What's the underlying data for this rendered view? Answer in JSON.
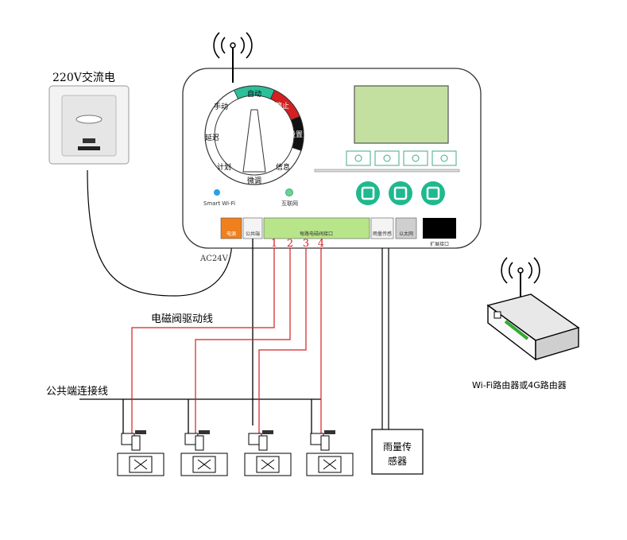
{
  "power_label": "220V交流电",
  "ac_label": "AC24V",
  "dial": {
    "auto": "自动",
    "stop": "停止",
    "setup": "设置",
    "info": "信息",
    "tweak": "微调",
    "plan": "计划",
    "delay": "延迟",
    "manual": "手动"
  },
  "indicators": {
    "wifi_label": "Smart Wi-Fi",
    "internet_label": "互联网"
  },
  "terminals": {
    "power": "电源",
    "common": "公共端",
    "valves": "每路电磁阀接口",
    "sensor": "雨量传感",
    "ethernet": "以太网",
    "extension": "扩展接口"
  },
  "channel_numbers": [
    "1",
    "2",
    "3",
    "4"
  ],
  "labels": {
    "valve_wire": "电磁阀驱动线",
    "common_wire": "公共端连接线",
    "rain_sensor_line1": "雨量传",
    "rain_sensor_line2": "感器",
    "router": "Wi-Fi路由器或4G路由器"
  },
  "colors": {
    "auto": "#2bbf9a",
    "stop": "#d42020",
    "setup": "#111111",
    "power_terminal": "#f07f1d",
    "valve_terminal": "#b8e58a",
    "button_green": "#1fb88f",
    "screen": "#c4e0a0",
    "wifi_led": "#2aa1e6",
    "internet_led": "#6fd28a",
    "red_wire": "#d42020"
  }
}
